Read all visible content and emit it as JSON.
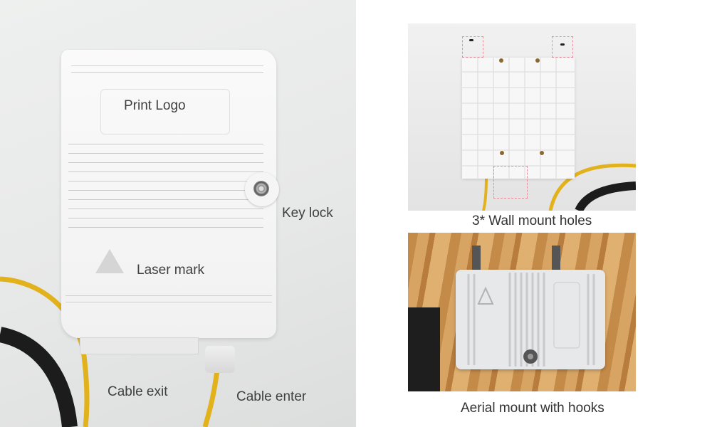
{
  "left_photo": {
    "subject": "white fiber optic distribution box, front view",
    "annotations": {
      "print_logo": "Print Logo",
      "key_lock": "Key lock",
      "laser_mark": "Laser mark",
      "cable_exit": "Cable exit",
      "cable_enter": "Cable enter"
    }
  },
  "right_top_photo": {
    "subject": "back of box showing mounting holes",
    "caption": "3* Wall mount holes"
  },
  "right_bottom_photo": {
    "subject": "box mounted with hooks on wooden surface",
    "caption": "Aerial mount with hooks"
  },
  "colors": {
    "text": "#3f3f3f",
    "box_white": "#f5f5f5",
    "cable_yellow": "#e2b21c",
    "cable_black": "#1c1c1c",
    "highlight_dashed": "#e58b9a",
    "wood": "#d8a464"
  }
}
